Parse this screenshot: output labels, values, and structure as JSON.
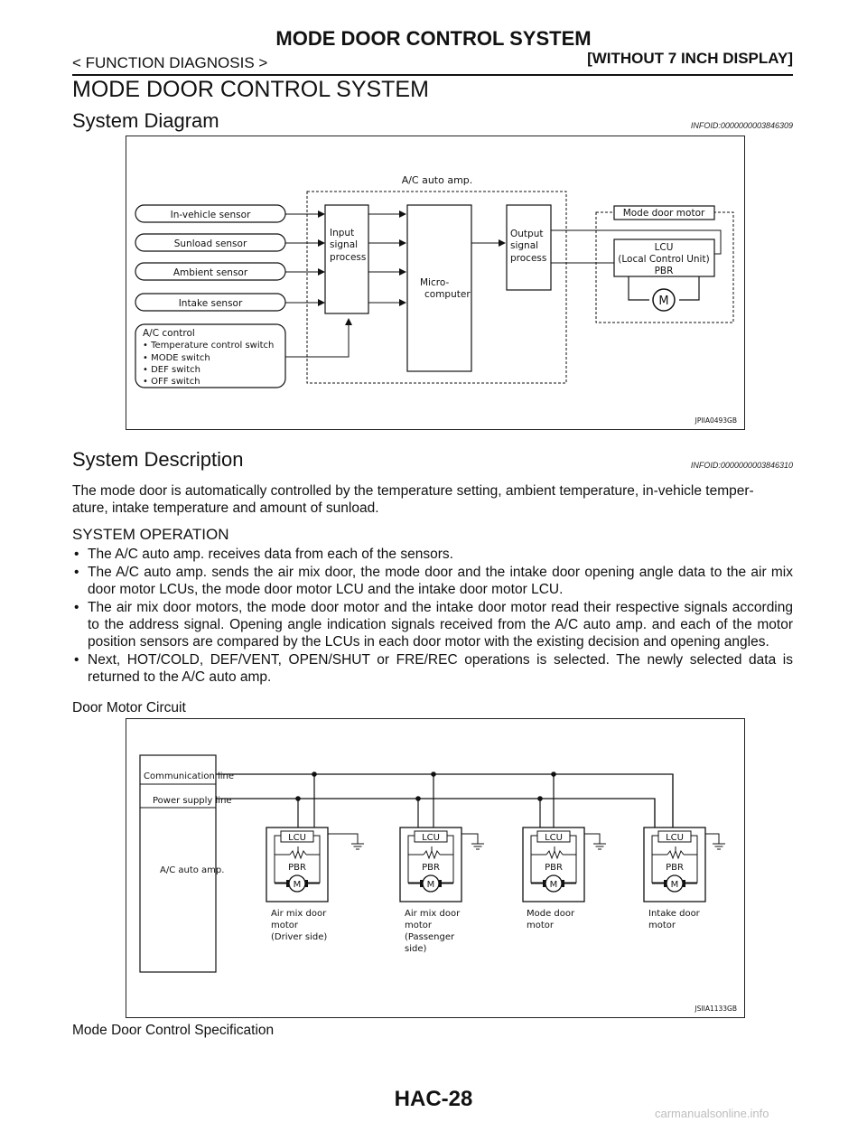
{
  "header": {
    "title": "MODE DOOR CONTROL SYSTEM",
    "section": "< FUNCTION DIAGNOSIS >",
    "variant": "[WITHOUT 7 INCH DISPLAY]"
  },
  "main_title": "MODE DOOR CONTROL SYSTEM",
  "system_diagram": {
    "heading": "System Diagram",
    "infoid": "INFOID:0000000003846309",
    "figure": {
      "amp_label": "A/C auto amp.",
      "sensors": [
        "In-vehicle sensor",
        "Sunload sensor",
        "Ambient sensor",
        "Intake sensor"
      ],
      "ac_control_title": "A/C control",
      "ac_control_items": [
        "• Temperature control switch",
        "• MODE switch",
        "• DEF switch",
        "• OFF switch"
      ],
      "input_lines": [
        "Input",
        "signal",
        "process"
      ],
      "micro_lines": [
        "Micro-",
        "computer"
      ],
      "output_lines": [
        "Output",
        "signal",
        "process"
      ],
      "mode_motor": "Mode door motor",
      "lcu_lines": [
        "LCU",
        "(Local Control Unit)",
        "PBR"
      ],
      "motor_symbol": "M",
      "fig_id": "JPIIA0493GB"
    }
  },
  "system_description": {
    "heading": "System Description",
    "infoid": "INFOID:0000000003846310",
    "intro_line1": "The mode door is automatically controlled by the temperature setting, ambient temperature, in-vehicle temper-",
    "intro_line2": "ature, intake temperature and amount of sunload.",
    "operation_heading": "SYSTEM OPERATION",
    "bullets": [
      "The A/C auto amp. receives data from each of the sensors.",
      "The A/C auto amp. sends the air mix door, the mode door and the intake door opening angle data to the air mix door motor LCUs, the mode door motor LCU and the intake door motor LCU.",
      "The air mix door motors, the mode door motor and the intake door motor read their respective signals according to the address signal. Opening angle indication signals received from the A/C auto amp. and each of the motor position sensors are compared by the LCUs in each door motor with the existing decision and opening angles.",
      "Next, HOT/COLD, DEF/VENT, OPEN/SHUT or FRE/REC operations is selected. The newly selected data is returned to the A/C auto amp."
    ]
  },
  "door_motor_circuit": {
    "caption": "Door Motor Circuit",
    "figure": {
      "comm_line": "Communication line",
      "power_line": "Power supply line",
      "amp_label": "A/C auto amp.",
      "lcu": "LCU",
      "pbr": "PBR",
      "motor_symbol": "M",
      "motors": [
        {
          "lines": [
            "Air mix door",
            "motor",
            "(Driver side)"
          ]
        },
        {
          "lines": [
            "Air mix door",
            "motor",
            "(Passenger",
            "side)"
          ]
        },
        {
          "lines": [
            "Mode door",
            "motor"
          ]
        },
        {
          "lines": [
            "Intake door",
            "motor"
          ]
        }
      ],
      "fig_id": "JSIIA1133GB"
    }
  },
  "spec_caption": "Mode Door Control Specification",
  "footer": {
    "page_number": "HAC-28",
    "watermark": "carmanualsonline.info"
  }
}
